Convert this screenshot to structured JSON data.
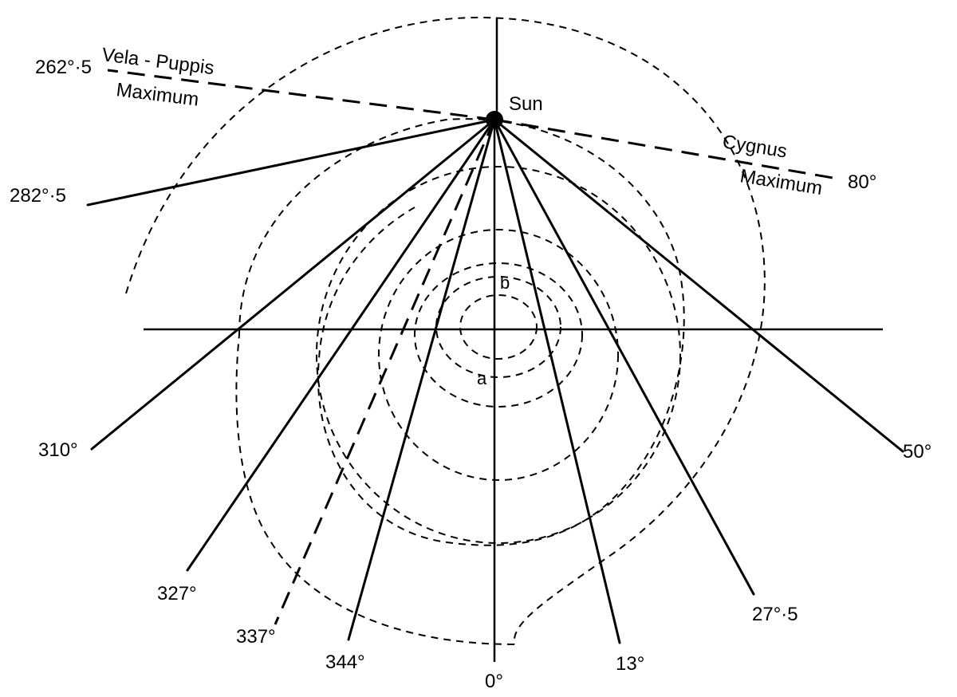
{
  "sun_label": "Sun",
  "cygnus": {
    "name": "Cygnus",
    "sub": "Maximum",
    "angle": "80°"
  },
  "vela": {
    "name": "Vela - Puppis",
    "sub": "Maximum",
    "angle_main": "262°",
    "angle_frac": "5"
  },
  "rays": {
    "r282_main": "282°",
    "r282_frac": "5",
    "r310": "310°",
    "r327": "327°",
    "r337": "337°",
    "r344": "344°",
    "r0": "0°",
    "r13": "13°",
    "r27_main": "27°",
    "r27_frac": "5",
    "r50": "50°"
  },
  "contour_labels": {
    "a": "a",
    "b": "b"
  },
  "colors": {
    "ink": "#000000",
    "paper": "#ffffff"
  }
}
